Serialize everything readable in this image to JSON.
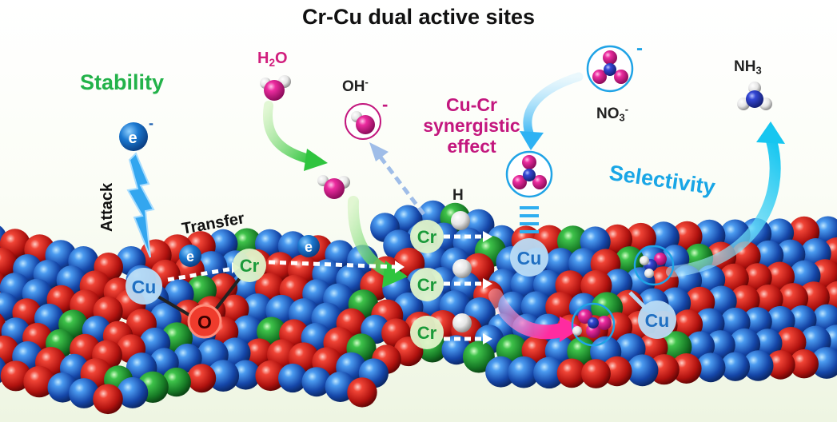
{
  "title": "Cr-Cu dual active sites",
  "labels": {
    "stability": "Stability",
    "selectivity": "Selectivity",
    "synergy": [
      "Cu-Cr",
      "synergistic",
      "effect"
    ],
    "attack": "Attack",
    "transfer": "Transfer",
    "hydrogen": "H",
    "water": {
      "base": "H",
      "sub": "2",
      "tail": "O"
    },
    "hydroxide": {
      "base": "OH",
      "sup": "-"
    },
    "nitrate": {
      "base": "NO",
      "sub": "3",
      "sup": "-"
    },
    "ammonia": {
      "base": "NH",
      "sub": "3"
    }
  },
  "site_labels": {
    "copper": "Cu",
    "chromium": "Cr",
    "oxygen": "O",
    "electron": "e",
    "electron_charge": "-",
    "ion_charge": "-"
  },
  "colors": {
    "stability": "#23b24a",
    "selectivity": "#19a6e6",
    "synergy": "#c3177e",
    "copper_atom": "#1f62c7",
    "oxygen_atom": "#d81b1b",
    "chromium_atom": "#1f9a3a",
    "site_cu": "#b9dcf6",
    "site_cr": "#dff3c9",
    "site_o": "#ef3b2c",
    "molecule_o": "#e0229a",
    "molecule_n": "#2b3fc6",
    "molecule_h": "#e8e8e8"
  }
}
